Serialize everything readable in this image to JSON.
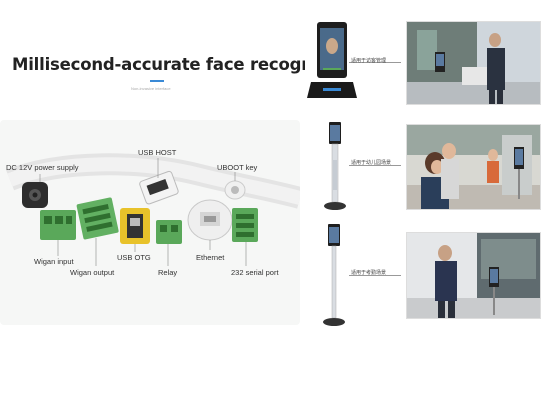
{
  "header": {
    "title": "Millisecond-accurate face recognition",
    "subtitle": "Non-invasive interface"
  },
  "ports": {
    "dc": "DC 12V power supply",
    "usb_host": "USB HOST",
    "uboot": "UBOOT key",
    "wigan_input": "Wigan input",
    "wigan_output": "Wigan output",
    "usb_otg": "USB OTG",
    "relay": "Relay",
    "ethernet": "Ethernet",
    "serial": "232 serial port"
  },
  "scenarios": [
    {
      "label": "适用于访客管理"
    },
    {
      "label": "适用于幼儿园场景"
    },
    {
      "label": "适用于考勤场景"
    }
  ],
  "colors": {
    "connector_green": "#5aa85a",
    "connector_yellow": "#e8c22a",
    "accent_blue": "#3a8ad6",
    "panel_bg": "#f6f7f6"
  }
}
